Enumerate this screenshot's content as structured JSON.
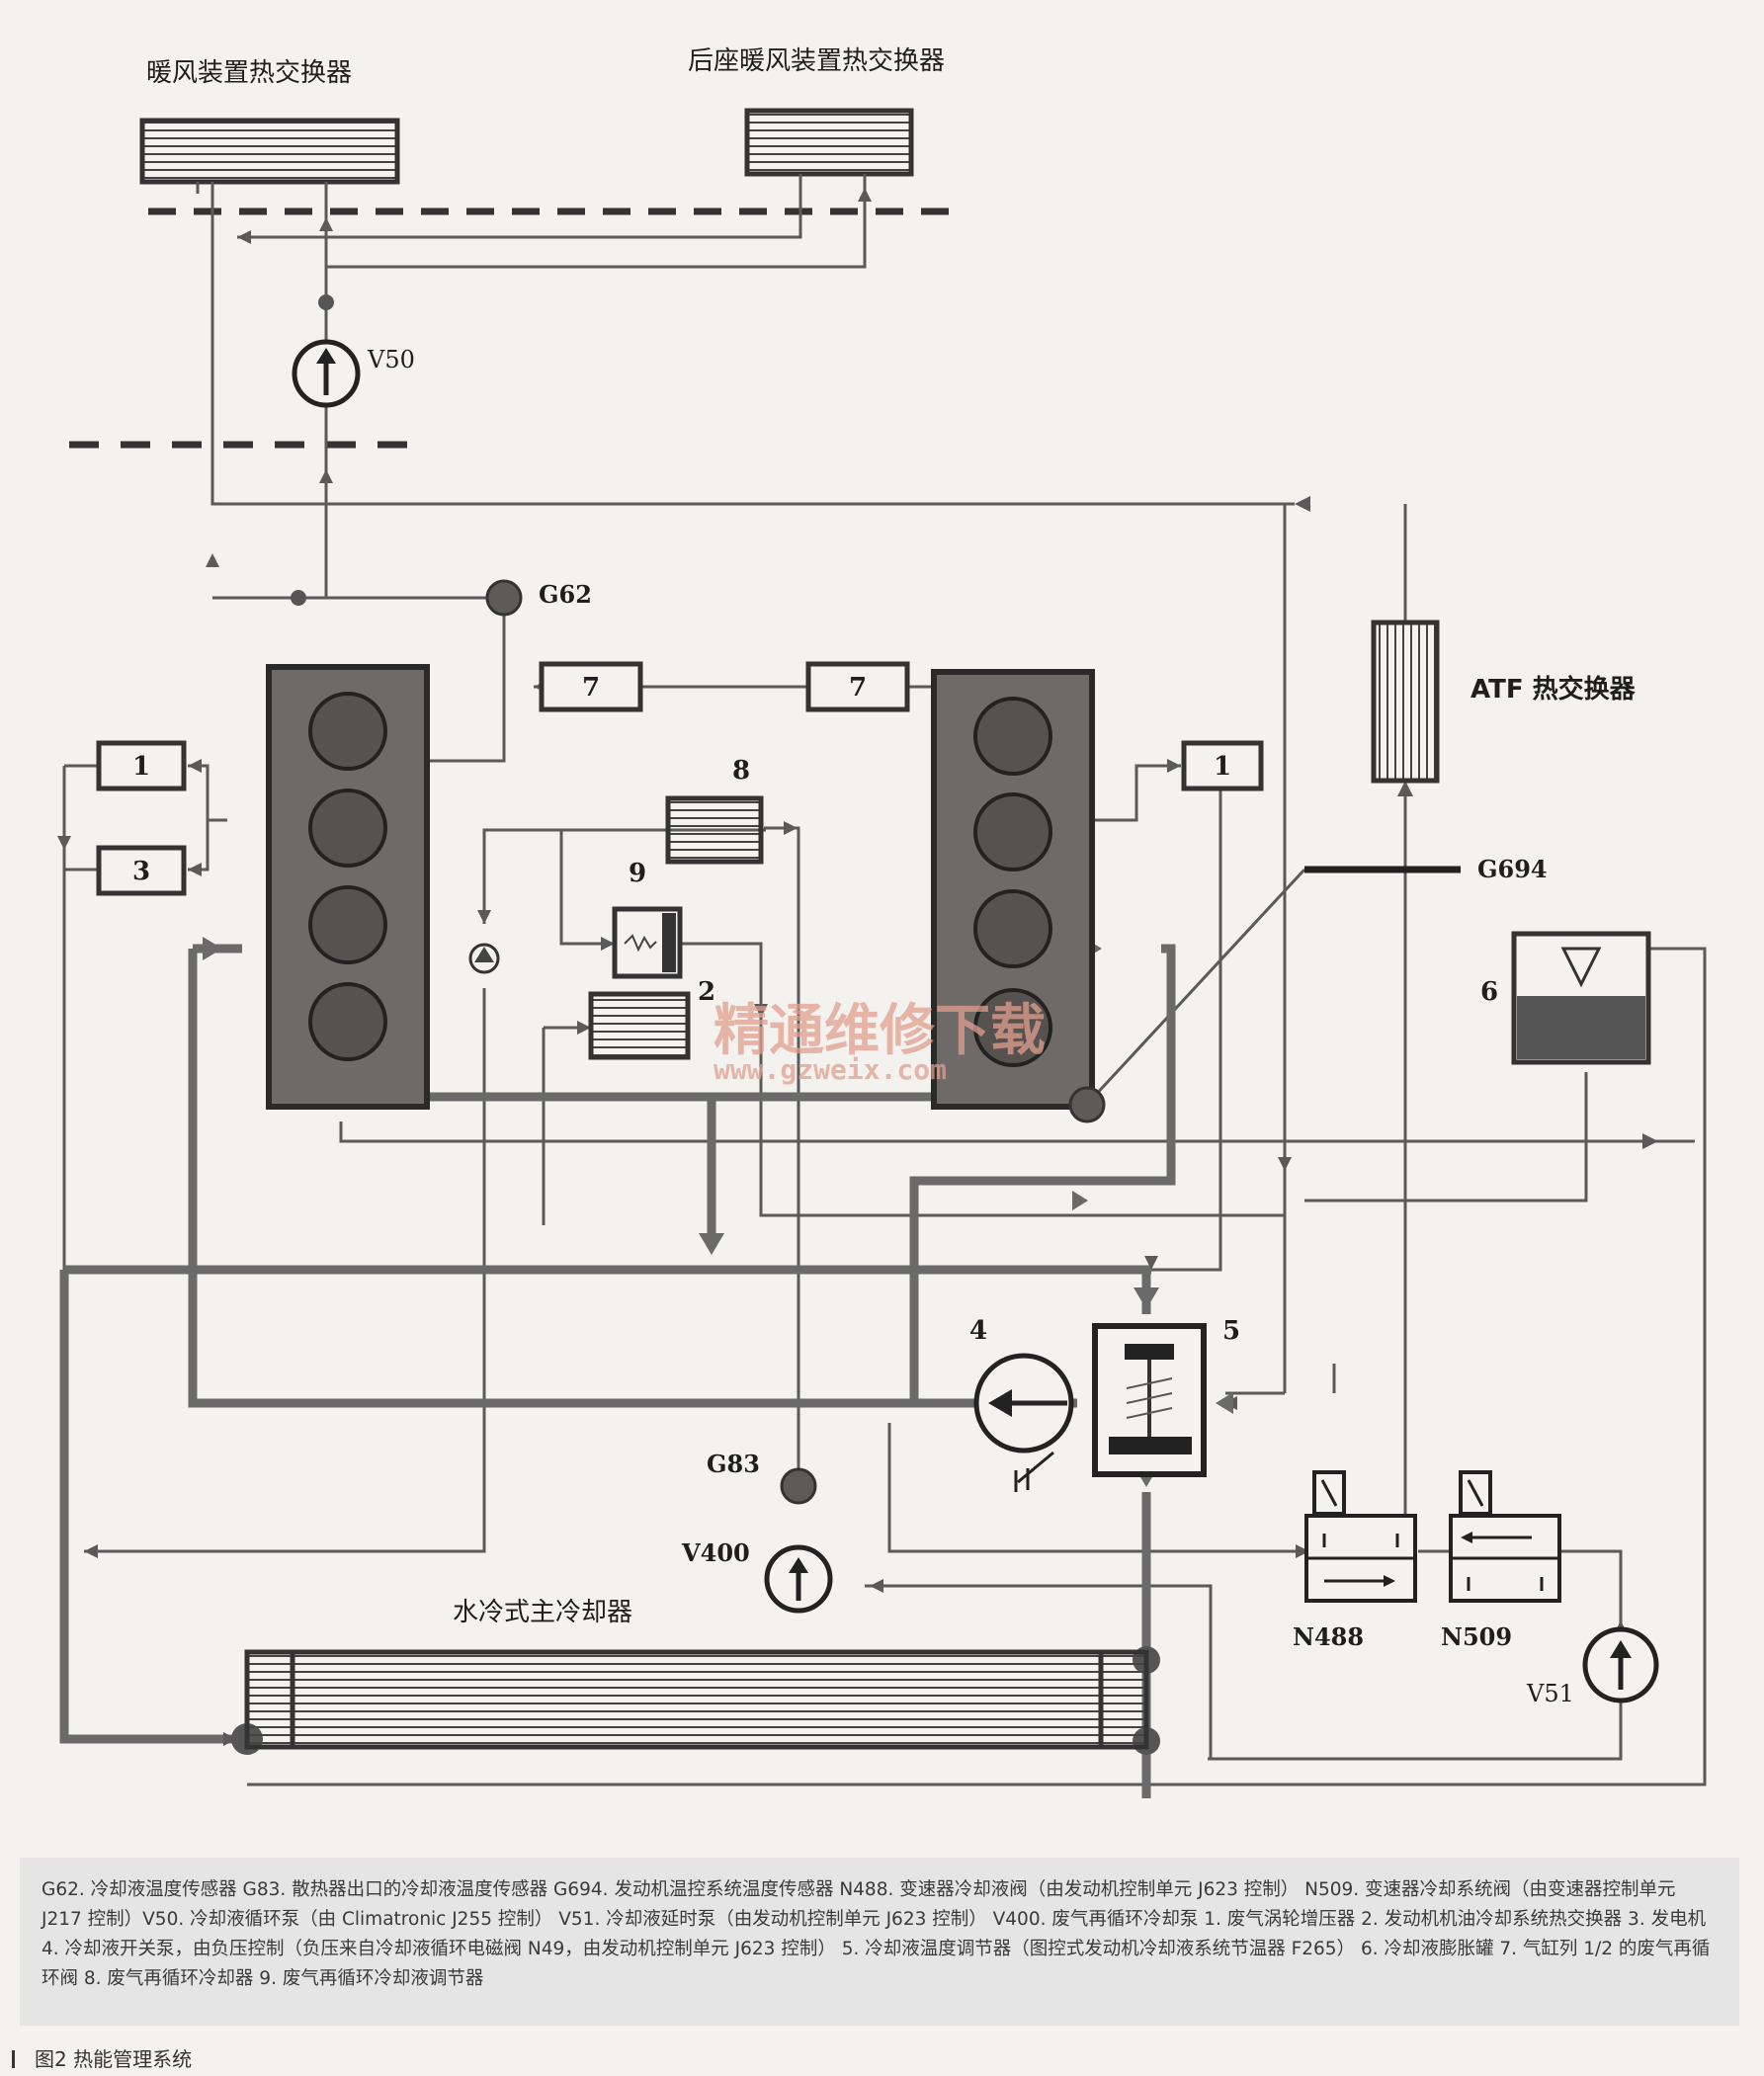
{
  "labels": {
    "front_heater": "暖风装置热交换器",
    "rear_heater": "后座暖风装置热交换器",
    "v50": "V50",
    "g62": "G62",
    "atf": "ATF 热交换器",
    "g694": "G694",
    "g83": "G83",
    "v400": "V400",
    "main_cooler": "水冷式主冷却器",
    "n488": "N488",
    "n509": "N509",
    "v51": "V51",
    "n1a": "1",
    "n1b": "1",
    "n2": "2",
    "n3": "3",
    "n4": "4",
    "n5": "5",
    "n6": "6",
    "n7a": "7",
    "n7b": "7",
    "n8": "8",
    "n9": "9"
  },
  "watermark": {
    "cn": "精通维修下载",
    "url": "www.gzweix.com"
  },
  "legend": "G62. 冷却液温度传感器  G83. 散热器出口的冷却液温度传感器  G694. 发动机温控系统温度传感器    N488. 变速器冷却液阀（由发动机控制单元 J623 控制）   N509. 变速器冷却系统阀（由变速器控制单元 J217 控制）V50. 冷却液循环泵（由 Climatronic  J255 控制）   V51. 冷却液延时泵（由发动机控制单元 J623 控制）   V400. 废气再循环冷却泵   1. 废气涡轮增压器   2. 发动机机油冷却系统热交换器  3. 发电机  4. 冷却液开关泵，由负压控制（负压来自冷却液循环电磁阀 N49，由发动机控制单元 J623 控制）   5. 冷却液温度调节器（图控式发动机冷却液系统节温器 F265）   6. 冷却液膨胀罐  7. 气缸列 1/2 的废气再循环阀   8. 废气再循环冷却器   9. 废气再循环冷却液调节器",
  "caption": "图2  热能管理系统",
  "colors": {
    "line": "#5a5a5a",
    "engine": "#6e6a68",
    "cylinder": "#56524f",
    "watermark": "#e0a090"
  }
}
